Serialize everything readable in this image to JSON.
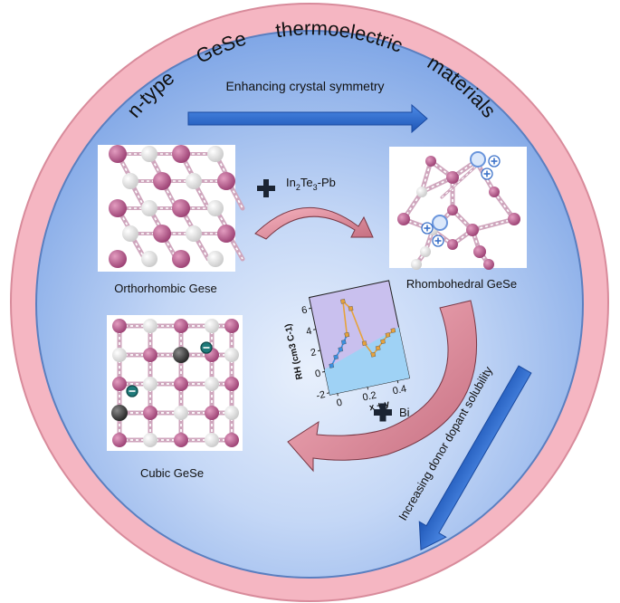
{
  "ring": {
    "words": [
      "n-type",
      "GeSe",
      "thermoelectric",
      "materials"
    ]
  },
  "arrows": {
    "top_label": "Enhancing crystal symmetry",
    "right_label": "Increasing donor dopant solubility"
  },
  "dopants": {
    "first": {
      "base": "In",
      "sub1": "2",
      "mid": "Te",
      "sub2": "3",
      "tail": "-Pb"
    },
    "second": "Bi"
  },
  "phases": {
    "orthorhombic": "Orthorhombic Gese",
    "rhombohedral": "Rhombohedral GeSe",
    "cubic": "Cubic GeSe"
  },
  "colors": {
    "ring_pink": "#f5b6c2",
    "inner_blue": "#8fb3ec",
    "inner_light": "#dde8fb",
    "arrow_blue": "#2e6fd1",
    "atom_pink": "#b4568a",
    "atom_white": "#f2f2f2",
    "atom_dark": "#333333",
    "curve_orange": "#e6a23c",
    "curve_blue": "#3a8fe0"
  },
  "icons": {
    "plus": "plus-icon",
    "electron": "electron-minus-icon",
    "hole": "hole-plus-icon"
  },
  "chart_data": {
    "type": "line",
    "xlabel": "x + y",
    "ylabel": "RH (cm3 C-1)",
    "xlim": [
      -0.05,
      0.48
    ],
    "ylim": [
      -2.2,
      7
    ],
    "xticks": [
      "0",
      "0.2",
      "0.4"
    ],
    "xtick_values": [
      0,
      0.2,
      0.4
    ],
    "yticks": [
      "-2",
      "0",
      "2",
      "4",
      "6"
    ],
    "ytick_values": [
      -2,
      0,
      2,
      4,
      6
    ],
    "series": [
      {
        "x": [
          0.0,
          0.04,
          0.08,
          0.11,
          0.14
        ],
        "y": [
          0.4,
          1.1,
          1.7,
          2.3,
          2.9
        ]
      },
      {
        "x": [
          0.14,
          0.16,
          0.2,
          0.24,
          0.28,
          0.32,
          0.36,
          0.4,
          0.44
        ],
        "y": [
          2.9,
          6.0,
          5.2,
          1.8,
          0.6,
          1.1,
          1.6,
          2.1,
          2.4
        ]
      }
    ]
  }
}
